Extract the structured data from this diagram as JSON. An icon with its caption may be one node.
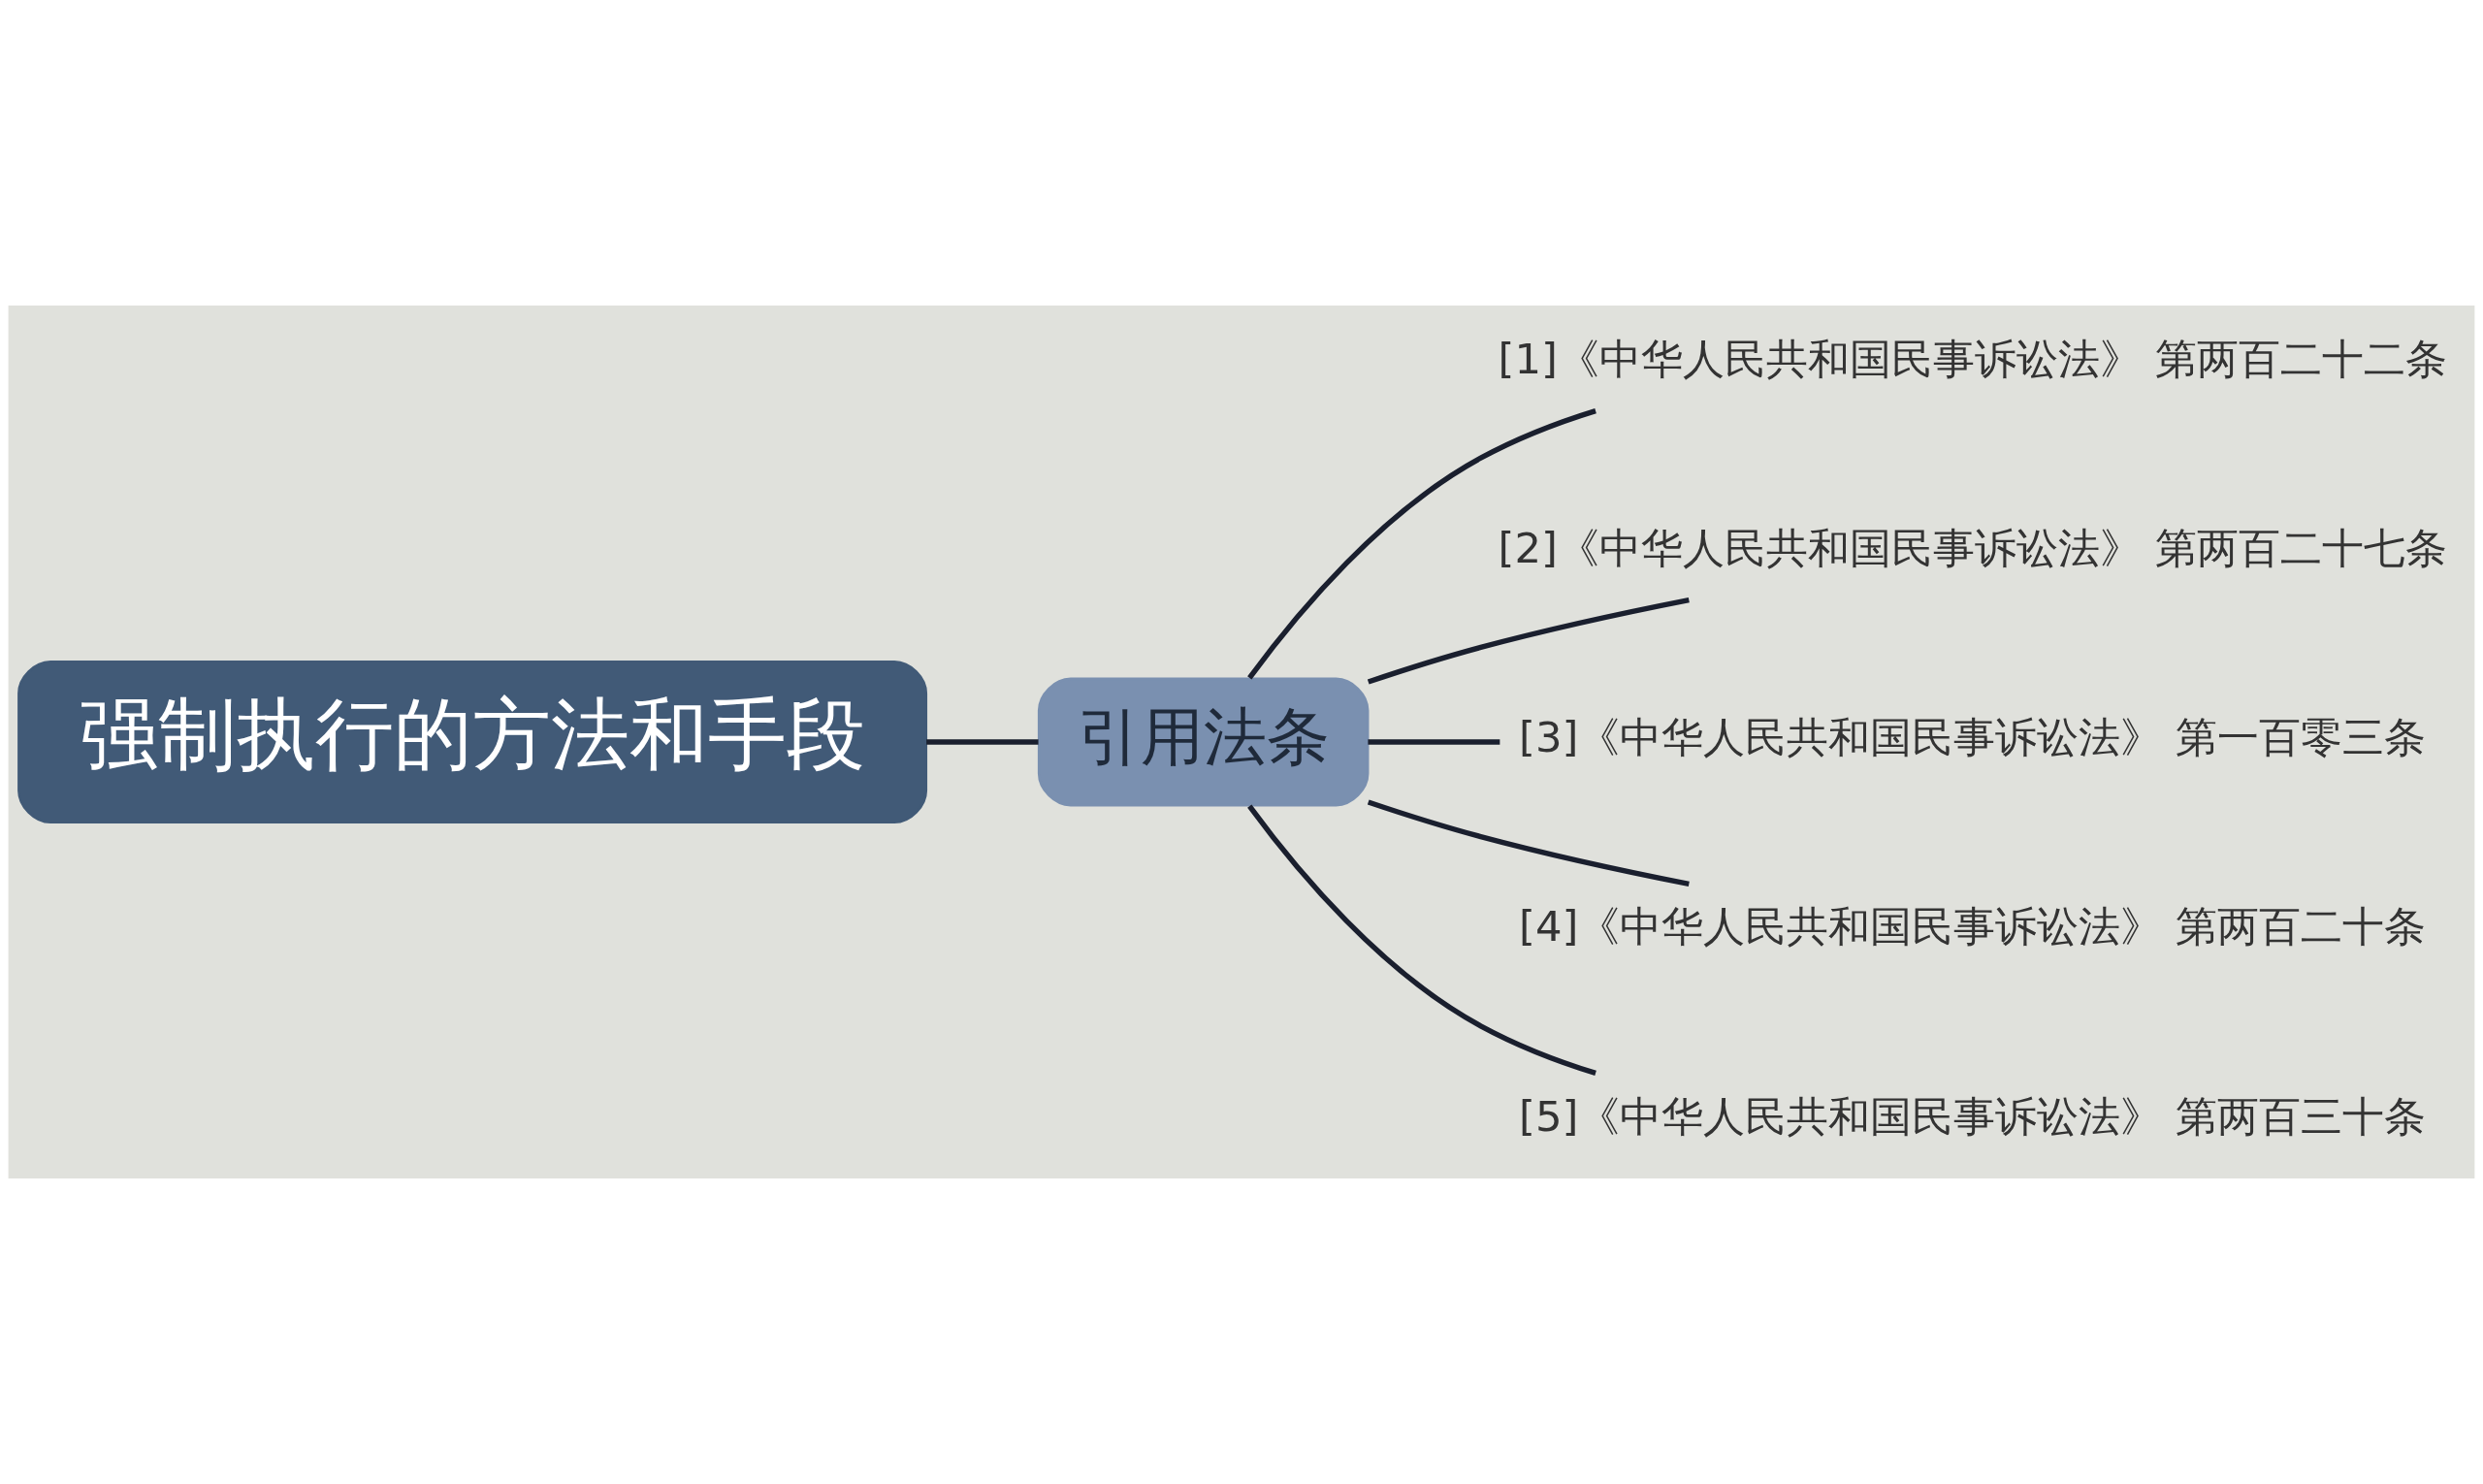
{
  "diagram": {
    "nodes": [
      {
        "text": [
          "强制执行的方法和手段"
        ]
      },
      {
        "text": [
          "引用法条"
        ]
      },
      {
        "text": [
          "[1]《中华人民共和国民事诉讼法》 第两百二十二条"
        ]
      },
      {
        "text": [
          "[2]《中华人民共和国民事诉讼法》 第两百二十七条"
        ]
      },
      {
        "text": [
          "[3]《中华人民共和国民事诉讼法》 第一百零三条"
        ]
      },
      {
        "text": [
          "[4]《中华人民共和国民事诉讼法》 第两百二十条"
        ]
      },
      {
        "text": [
          "[5]《中华人民共和国民事诉讼法》 第两百三十条"
        ]
      }
    ],
    "edges": [
      {
        "from": 0,
        "to": 1,
        "arrow": "none"
      },
      {
        "from": 1,
        "to": 2,
        "arrow": "none"
      },
      {
        "from": 1,
        "to": 3,
        "arrow": "none"
      },
      {
        "from": 1,
        "to": 4,
        "arrow": "none"
      },
      {
        "from": 1,
        "to": 5,
        "arrow": "none"
      },
      {
        "from": 1,
        "to": 6,
        "arrow": "none"
      }
    ]
  }
}
